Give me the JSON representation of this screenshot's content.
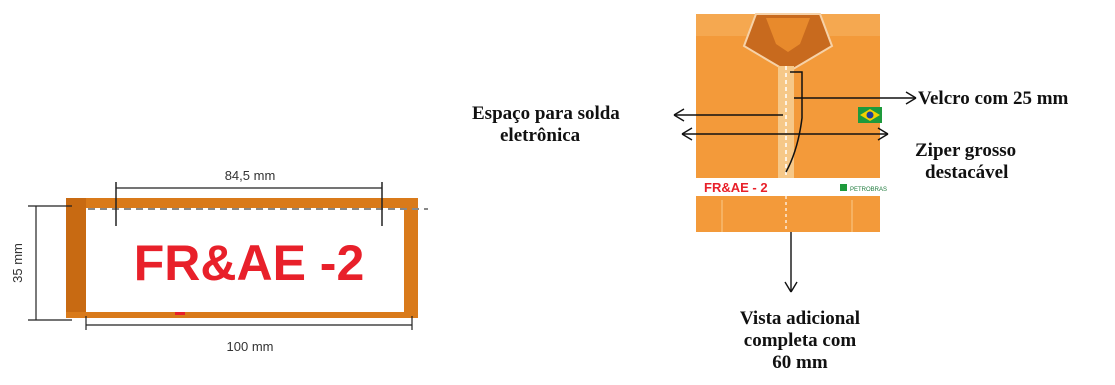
{
  "badge": {
    "width_label": "84,5 mm",
    "height_label": "35 mm",
    "total_width_label": "100 mm",
    "text": "FR&AE -2"
  },
  "shirt": {
    "strip_text": "FR&AE - 2",
    "logo_text": "PETROBRAS"
  },
  "callouts": {
    "espaco_line1": "Espaço para solda",
    "espaco_line2": "eletrônica",
    "velcro": "Velcro com 25 mm",
    "ziper_line1": "Ziper grosso",
    "ziper_line2": "destacável",
    "vista_line1": "Vista adicional",
    "vista_line2": "completa com",
    "vista_line3": "60 mm"
  },
  "colors": {
    "orange_frame": "#d97a1a",
    "badge_text": "#e8202a",
    "shirt_orange": "#f39a3a",
    "flag_green": "#1e9a3c"
  }
}
